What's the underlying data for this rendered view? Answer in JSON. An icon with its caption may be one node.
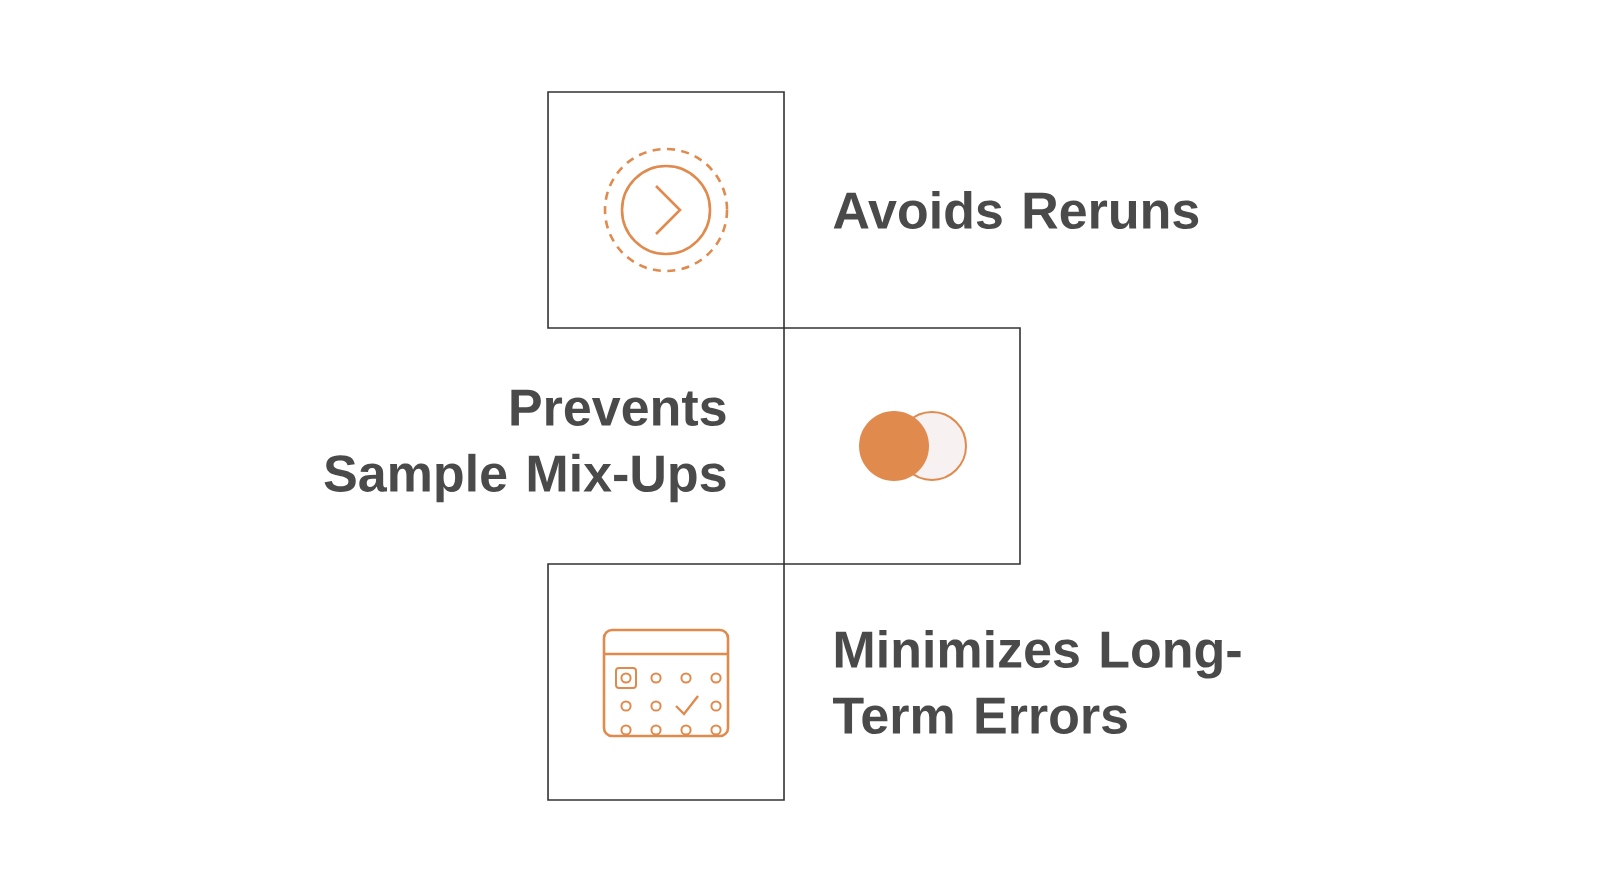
{
  "diagram": {
    "nodes": [
      {
        "text": [],
        "shape": "box",
        "beside": [
          "Avoids Reruns"
        ]
      },
      {
        "text": [],
        "shape": "box",
        "beside": [
          "Prevents Sample Mix-Ups"
        ]
      },
      {
        "text": [],
        "shape": "box",
        "beside": [
          "Minimizes Long-Term Errors"
        ]
      }
    ]
  }
}
